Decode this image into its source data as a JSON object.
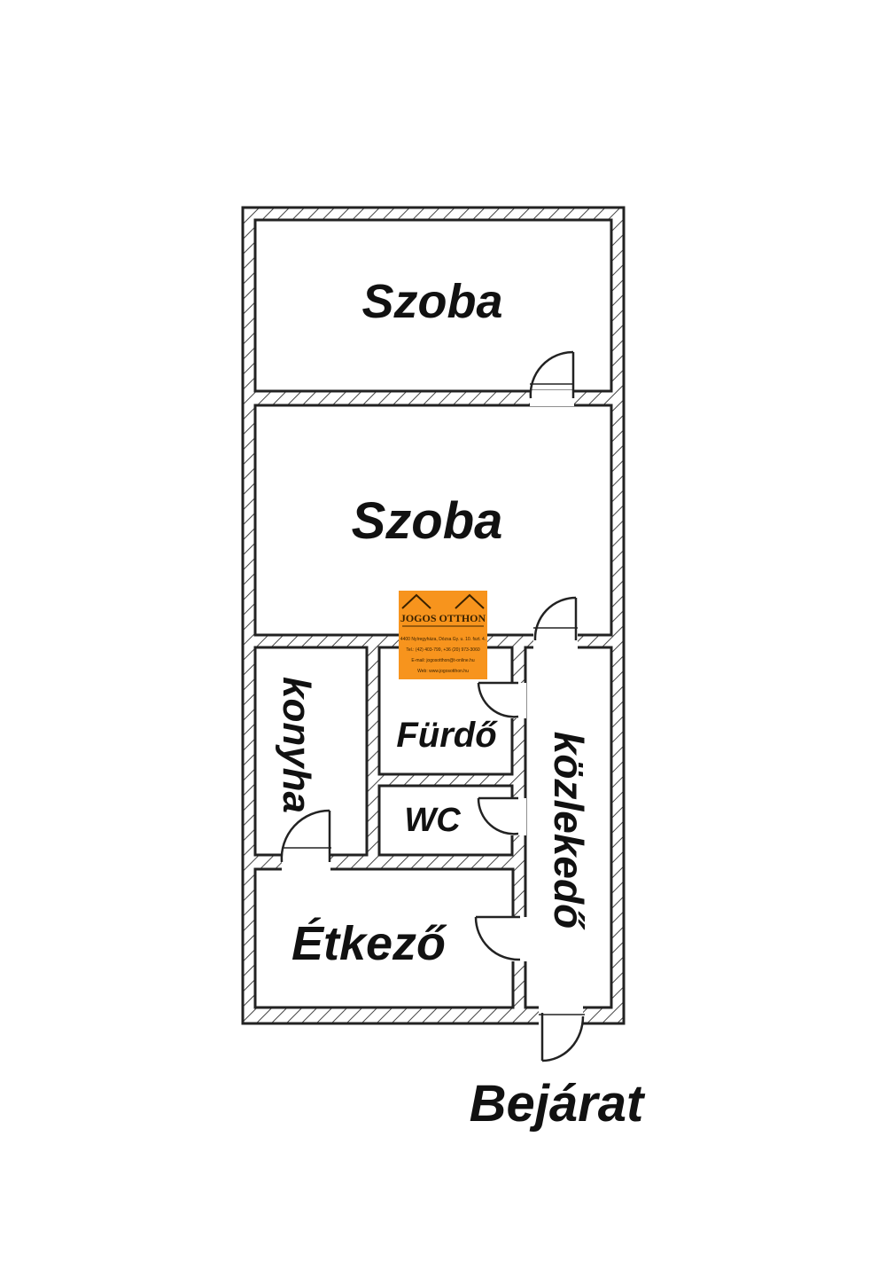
{
  "rooms": {
    "szoba_top": "Szoba",
    "szoba_middle": "Szoba",
    "konyha": "konyha",
    "furdo": "Fürdő",
    "wc": "WC",
    "kozlekedo": "közlekedő",
    "etkezo": "Étkező"
  },
  "entrance": "Bejárat",
  "logo": {
    "name": "JOGOS OTTHON",
    "address": "4400 Nyíregyháza, Dózsa Gy. u. 10. fszt. 4.",
    "phone": "Tel.: (42) 403-799, +36 (20) 973-3060",
    "email": "E-mail: jogosotthon@t-online.hu",
    "web": "Web: www.jogosotthon.hu"
  },
  "colors": {
    "wall": "#222222",
    "logo_bg": "#f7941d",
    "background": "#ffffff"
  }
}
